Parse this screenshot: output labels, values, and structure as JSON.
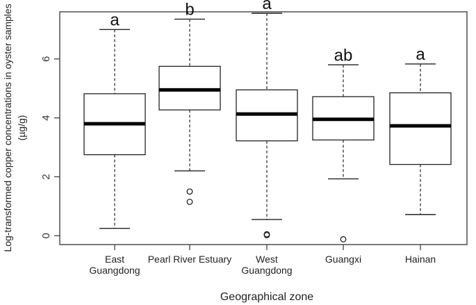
{
  "chart_data": {
    "type": "boxplot",
    "xlabel": "Geographical zone",
    "ylabel_lines": [
      "Log-transformed copper concentrations in oyster samples",
      "(µg/g)"
    ],
    "ylim": [
      -0.3,
      7.6
    ],
    "yticks": [
      0,
      2,
      4,
      6
    ],
    "yticks_labels": [
      "0",
      "2",
      "4",
      "6"
    ],
    "grid": false,
    "categories": [
      {
        "label": [
          "East",
          "Guangdong"
        ],
        "letter": "a",
        "whisker_low": 0.25,
        "q1": 2.75,
        "median": 3.8,
        "q3": 4.82,
        "whisker_high": 7.0,
        "outliers": []
      },
      {
        "label": [
          "Pearl River Estuary"
        ],
        "letter": "b",
        "whisker_low": 2.2,
        "q1": 4.27,
        "median": 4.95,
        "q3": 5.75,
        "whisker_high": 7.35,
        "outliers": [
          1.5,
          1.15
        ]
      },
      {
        "label": [
          "West",
          "Guangdong"
        ],
        "letter": "a",
        "whisker_low": 0.55,
        "q1": 3.22,
        "median": 4.13,
        "q3": 4.95,
        "whisker_high": 7.55,
        "outliers": [
          0.05,
          0.02
        ]
      },
      {
        "label": [
          "Guangxi"
        ],
        "letter": "ab",
        "whisker_low": 1.93,
        "q1": 3.25,
        "median": 3.95,
        "q3": 4.72,
        "whisker_high": 5.8,
        "outliers": [
          -0.12
        ]
      },
      {
        "label": [
          "Hainan"
        ],
        "letter": "a",
        "whisker_low": 0.72,
        "q1": 2.42,
        "median": 3.73,
        "q3": 4.85,
        "whisker_high": 5.83,
        "outliers": []
      }
    ]
  }
}
